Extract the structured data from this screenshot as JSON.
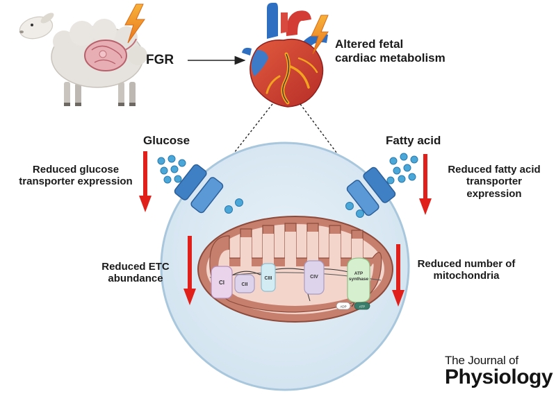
{
  "labels": {
    "fgr": "FGR",
    "altered": "Altered fetal\ncardiac metabolism",
    "glucose": "Glucose",
    "fatty_acid": "Fatty acid",
    "reduced_glucose": "Reduced glucose\ntransporter expression",
    "reduced_fatty": "Reduced fatty acid\ntransporter\nexpression",
    "reduced_etc": "Reduced ETC\nabundance",
    "reduced_mito": "Reduced number of\nmitochondria"
  },
  "complexes": {
    "ci": "CI",
    "cii": "CII",
    "ciii": "CIII",
    "civ": "CIV",
    "atp_synthase": "ATP\nsynthase",
    "adp": "ADP",
    "atp": "ATP"
  },
  "journal": {
    "line1": "The Journal of",
    "line2": "Physiology"
  },
  "colors": {
    "arrow_red": "#e0201b",
    "transporter_blue": "#3f7fc4",
    "molecule_blue": "#4aa7d8",
    "cell_fill": "#dbe9f3",
    "mito_outer": "#c67f6c",
    "mito_inner": "#f3d5cc"
  },
  "icons": [
    "sheep-icon",
    "heart-icon",
    "lightning-icon"
  ]
}
